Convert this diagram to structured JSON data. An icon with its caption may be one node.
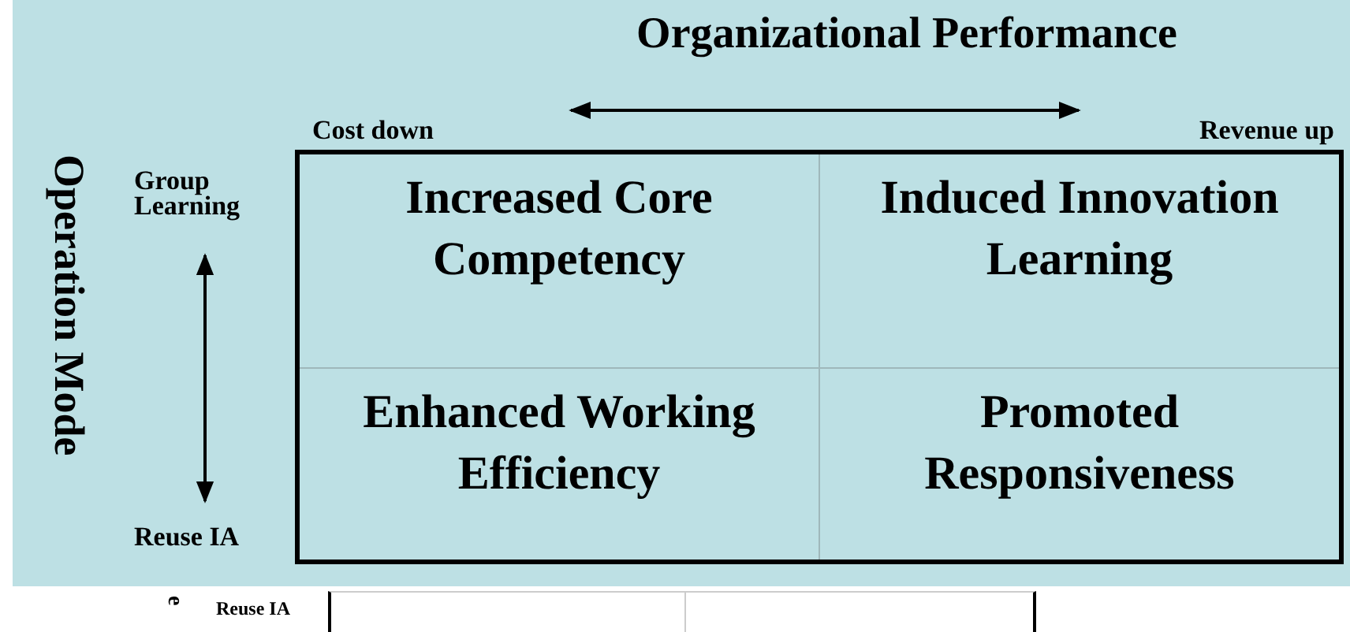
{
  "diagram": {
    "title": "Organizational Performance",
    "nodes": [
      {
        "text": [
          "Increased Core Competency"
        ]
      },
      {
        "text": [
          "Induced Innovation Learning"
        ]
      },
      {
        "text": [
          "Enhanced Working Efficiency"
        ]
      },
      {
        "text": [
          "Promoted Responsiveness"
        ]
      }
    ],
    "labels": [
      "Cost down",
      "Revenue up",
      "Operation Mode",
      "Group Learning",
      "Reuse IA",
      "e",
      "Reuse IA"
    ]
  }
}
